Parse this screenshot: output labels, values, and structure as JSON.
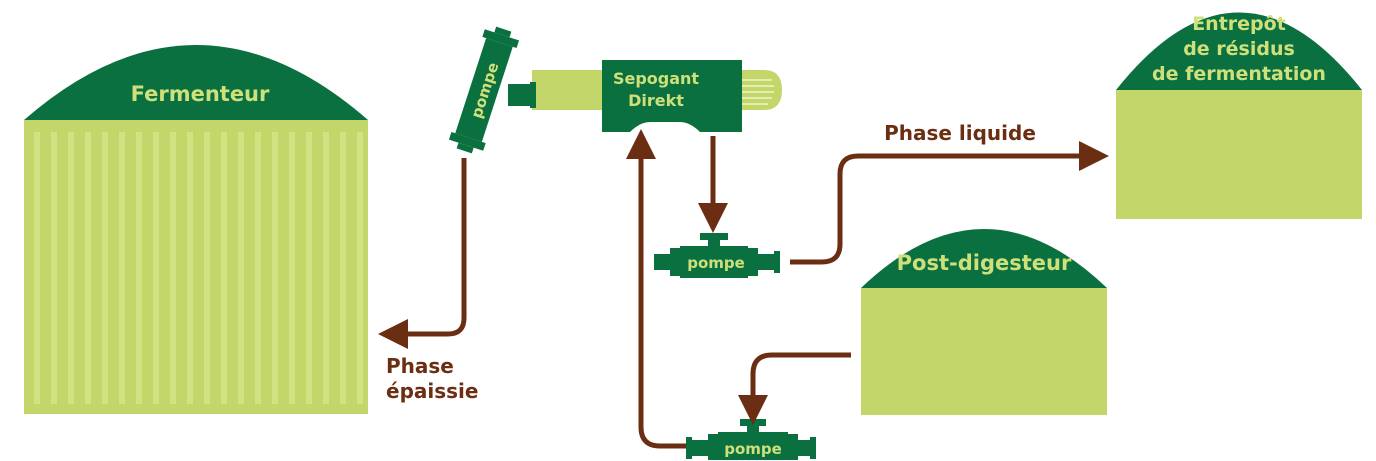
{
  "colors": {
    "dark_green": "#0a7040",
    "light_green": "#c3d66a",
    "stripe_green": "#d2e283",
    "brown": "#6b2e12",
    "label_light": "#cfe07a"
  },
  "tanks": {
    "fermenteur": "Fermenteur",
    "post_digesteur": "Post-digesteur",
    "entrepot": [
      "Entrepôt",
      "de résidus",
      "de fermentation"
    ]
  },
  "separator": [
    "Sepogant",
    "Direkt"
  ],
  "pumps": {
    "top": "pompe",
    "middle": "pompe",
    "bottom": "pompe"
  },
  "flows": {
    "liquid": "Phase liquide",
    "thick": [
      "Phase",
      "épaissie"
    ]
  }
}
